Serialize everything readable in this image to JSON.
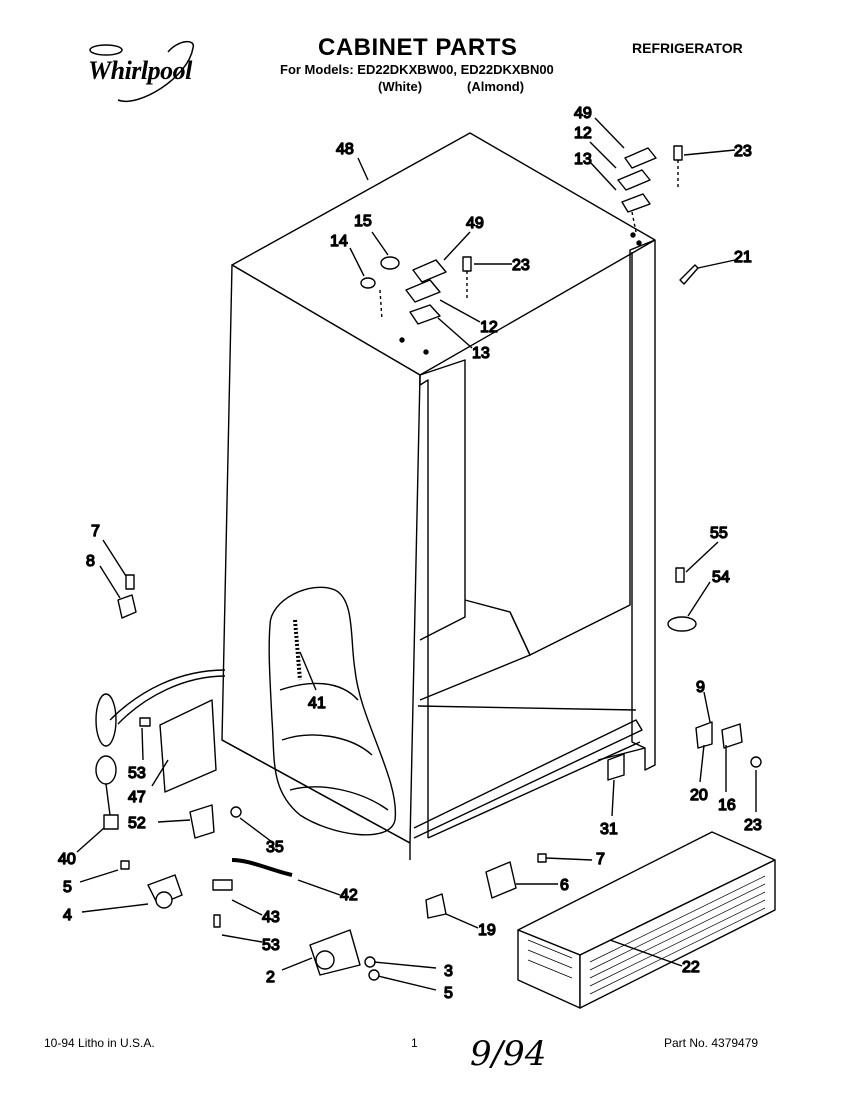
{
  "brand": {
    "name": "Whirlpool"
  },
  "header": {
    "title": "CABINET PARTS",
    "models": "For Models: ED22DKXBW00, ED22DKXBN00",
    "variants": [
      "(White)",
      "(Almond)"
    ],
    "category": "REFRIGERATOR"
  },
  "callouts": [
    {
      "id": "c48",
      "text": "48"
    },
    {
      "id": "c49a",
      "text": "49"
    },
    {
      "id": "c12a",
      "text": "12"
    },
    {
      "id": "c13a",
      "text": "13"
    },
    {
      "id": "c23a",
      "text": "23"
    },
    {
      "id": "c15",
      "text": "15"
    },
    {
      "id": "c14",
      "text": "14"
    },
    {
      "id": "c49b",
      "text": "49"
    },
    {
      "id": "c23b",
      "text": "23"
    },
    {
      "id": "c12b",
      "text": "12"
    },
    {
      "id": "c13b",
      "text": "13"
    },
    {
      "id": "c21",
      "text": "21"
    },
    {
      "id": "c7a",
      "text": "7"
    },
    {
      "id": "c8",
      "text": "8"
    },
    {
      "id": "c55",
      "text": "55"
    },
    {
      "id": "c54",
      "text": "54"
    },
    {
      "id": "c41",
      "text": "41"
    },
    {
      "id": "c9",
      "text": "9"
    },
    {
      "id": "c53a",
      "text": "53"
    },
    {
      "id": "c47",
      "text": "47"
    },
    {
      "id": "c20",
      "text": "20"
    },
    {
      "id": "c16",
      "text": "16"
    },
    {
      "id": "c52",
      "text": "52"
    },
    {
      "id": "c31",
      "text": "31"
    },
    {
      "id": "c23c",
      "text": "23"
    },
    {
      "id": "c40",
      "text": "40"
    },
    {
      "id": "c35",
      "text": "35"
    },
    {
      "id": "c7b",
      "text": "7"
    },
    {
      "id": "c5a",
      "text": "5"
    },
    {
      "id": "c42",
      "text": "42"
    },
    {
      "id": "c6",
      "text": "6"
    },
    {
      "id": "c4",
      "text": "4"
    },
    {
      "id": "c43",
      "text": "43"
    },
    {
      "id": "c19",
      "text": "19"
    },
    {
      "id": "c53b",
      "text": "53"
    },
    {
      "id": "c22",
      "text": "22"
    },
    {
      "id": "c2",
      "text": "2"
    },
    {
      "id": "c3",
      "text": "3"
    },
    {
      "id": "c5b",
      "text": "5"
    }
  ],
  "footer": {
    "print_info": "10-94 Litho in U.S.A.",
    "page": "1",
    "part_no": "Part No. 4379479",
    "handwriting": "9/94"
  }
}
